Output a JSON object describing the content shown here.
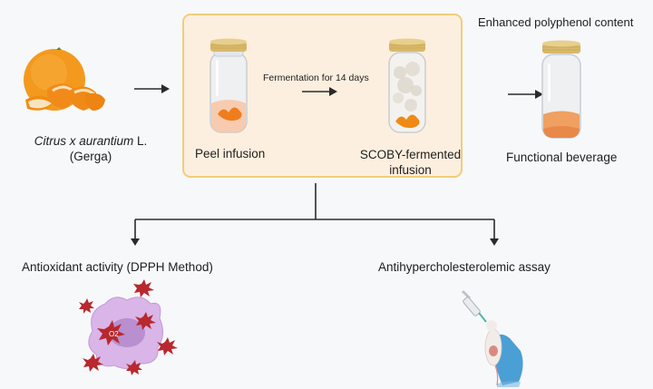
{
  "source": {
    "name_italic": "Citrus x aurantium",
    "name_suffix": " L.",
    "common_name": "(Gerga)",
    "icon": "orange-with-peel-icon"
  },
  "process": {
    "step1_label": "Peel infusion",
    "step1_icon": "jar-with-peel-icon",
    "transition_label": "Fermentation for 14 days",
    "step2_label_line1": "SCOBY-fermented",
    "step2_label_line2": "infusion",
    "step2_icon": "jar-with-scoby-icon"
  },
  "product": {
    "header": "Enhanced polyphenol content",
    "label": "Functional beverage",
    "icon": "jar-with-orange-liquid-icon"
  },
  "assays": [
    {
      "label": "Antioxidant activity (DPPH Method)",
      "icon": "cell-with-superoxide-radicals-icon",
      "radical_symbol": "O2"
    },
    {
      "label": "Antihypercholesterolemic assay",
      "icon": "mouse-injection-icon"
    }
  ],
  "colors": {
    "background": "#f7f8fa",
    "process_box_fill": "#fdefdf",
    "process_box_border": "#f2cd7a",
    "arrow": "#2a2a2a",
    "orange": "#f28a1a",
    "lid": "#d9b96a",
    "cell": "#d7b3e6",
    "radical": "#b8282e",
    "glove": "#4a9fd4"
  }
}
